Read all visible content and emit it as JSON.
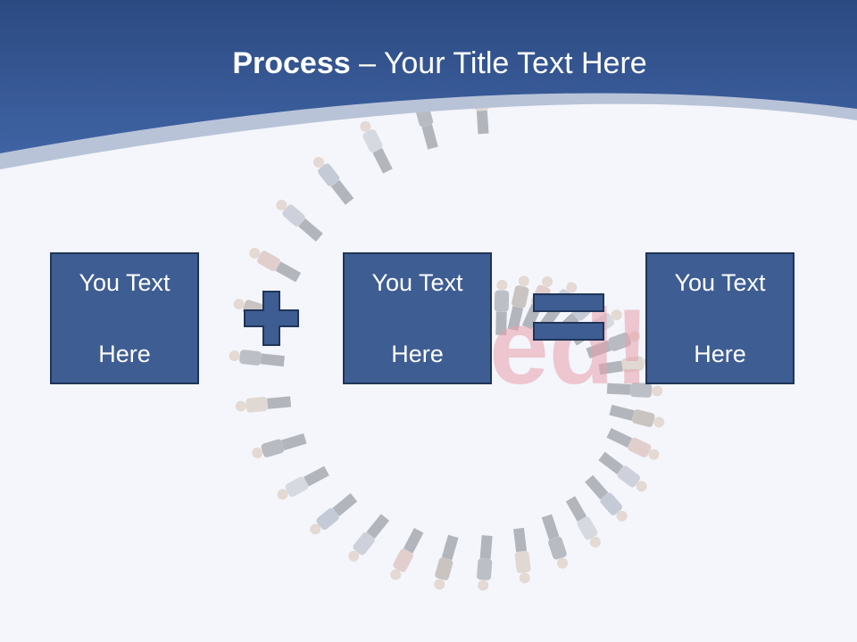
{
  "title": {
    "bold": "Process",
    "rest": " – Your Title Text Here"
  },
  "boxes": [
    {
      "line1": "You Text",
      "line2": "Here"
    },
    {
      "line1": "You Text",
      "line2": "Here"
    },
    {
      "line1": "You Text",
      "line2": "Here"
    }
  ],
  "operators": [
    "plus-icon",
    "equals-icon"
  ],
  "colors": {
    "header": "#33548f",
    "box_fill": "#3e5d93",
    "box_border": "#1f3559",
    "background": "#f4f6fb"
  }
}
